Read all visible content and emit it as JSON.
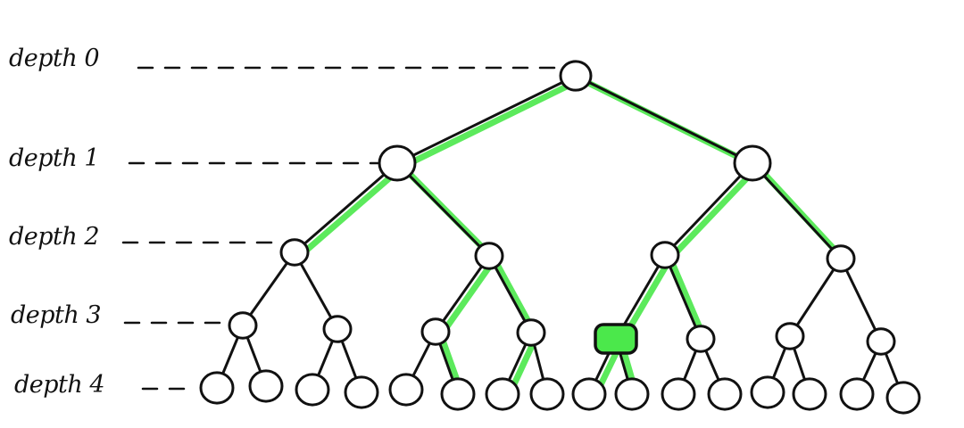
{
  "depth_labels": [
    "depth 0",
    "depth 1",
    "depth 2",
    "depth 3",
    "depth 4"
  ],
  "tree": {
    "levels": 5,
    "branching": 2,
    "highlight_color": "#4be84b",
    "stroke_color": "#111111",
    "selected_node": {
      "depth": 3,
      "index": 4
    },
    "highlighted_nodes": {
      "1": [
        0,
        1
      ],
      "2": [
        0,
        1,
        2,
        3
      ],
      "3": [
        2,
        3,
        4,
        5
      ],
      "4": [
        5,
        6,
        8,
        9
      ]
    }
  }
}
